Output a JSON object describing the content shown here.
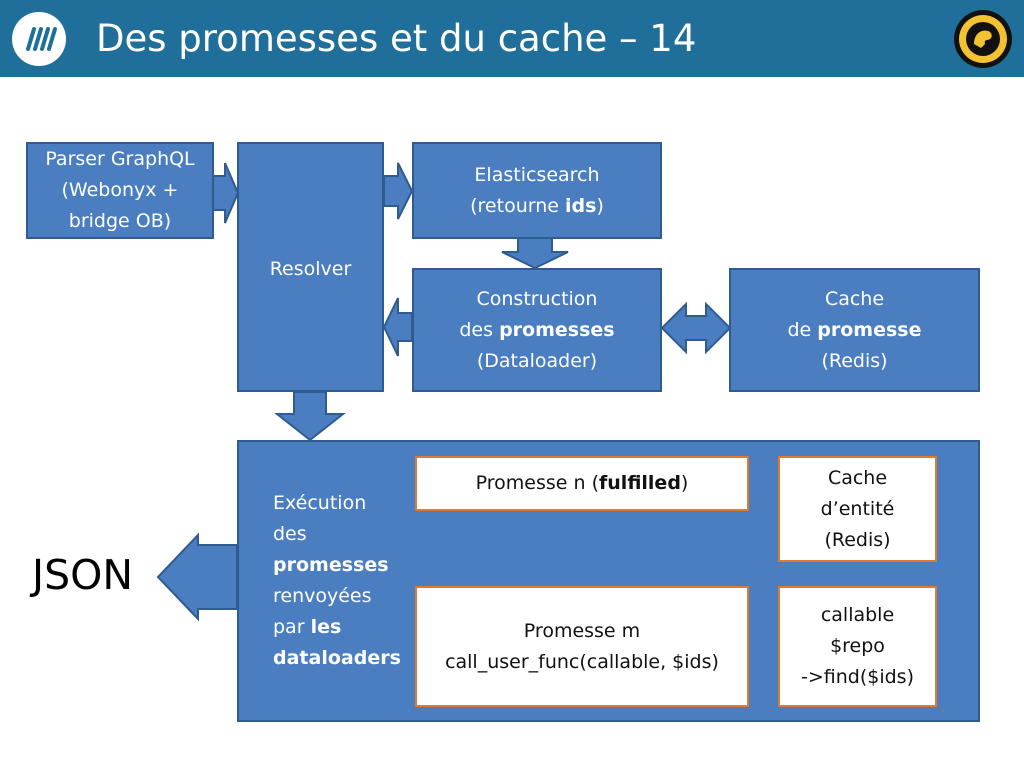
{
  "header": {
    "title": "Des promesses et du cache – 14",
    "logo_left": "slash-logo-icon",
    "logo_right": "elephant-logo-icon"
  },
  "colors": {
    "header_bg": "#1f6f9a",
    "box_fill": "#4a7ec0",
    "box_border": "#2f5c8f",
    "accent": "#e37a2b"
  },
  "nodes": {
    "parser": {
      "line1": "Parser GraphQL",
      "line2": "(Webonyx +",
      "line3": "bridge OB)"
    },
    "resolver": {
      "label": "Resolver"
    },
    "elasticsearch": {
      "line1": "Elasticsearch",
      "line2_pre": "(retourne ",
      "line2_bold": "ids",
      "line2_post": ")"
    },
    "construction": {
      "line1": "Construction",
      "line2_pre": "des ",
      "line2_bold": "promesses",
      "line3": "(Dataloader)"
    },
    "cache_promise": {
      "line1": "Cache",
      "line2_pre": "de ",
      "line2_bold": "promesse",
      "line3": "(Redis)"
    },
    "execution": {
      "line1": "Exécution",
      "line2": "des",
      "line3": "promesses",
      "line4": "renvoyées",
      "line5_pre": "par ",
      "line5_bold": "les",
      "line6": "dataloaders"
    },
    "promise_n": {
      "pre": "Promesse n (",
      "bold": "fulfilled",
      "post": ")"
    },
    "promise_m": {
      "line1": "Promesse m",
      "line2": "call_user_func(callable, $ids)"
    },
    "cache_entity": {
      "line1": "Cache",
      "line2": "d’entité",
      "line3": "(Redis)"
    },
    "callable": {
      "line1": "callable",
      "line2": "$repo",
      "line3": "->find($ids)"
    },
    "json": {
      "label": "JSON"
    }
  }
}
